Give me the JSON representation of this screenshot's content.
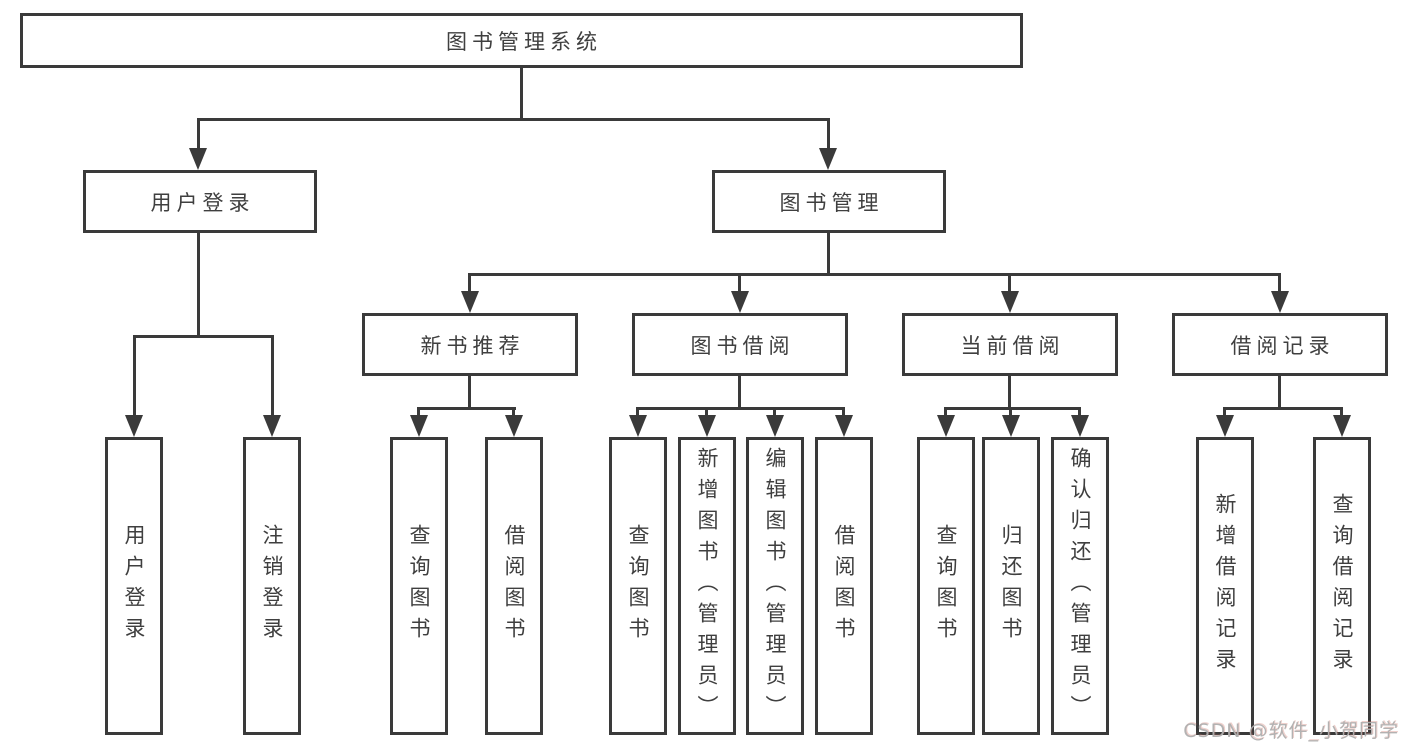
{
  "diagram": {
    "nodes": {
      "root": "图书管理系统",
      "user_login": "用户登录",
      "book_management": "图书管理",
      "new_book_recommend": "新书推荐",
      "book_borrow": "图书借阅",
      "current_borrow": "当前借阅",
      "borrow_record": "借阅记录"
    },
    "leaves": {
      "user_login": [
        "用户登录",
        "注销登录"
      ],
      "new_book_recommend": [
        "查询图书",
        "借阅图书"
      ],
      "book_borrow": [
        "查询图书",
        "新增图书（管理员）",
        "编辑图书（管理员）",
        "借阅图书"
      ],
      "current_borrow": [
        "查询图书",
        "归还图书",
        "确认归还（管理员）"
      ],
      "borrow_record": [
        "新增借阅记录",
        "查询借阅记录"
      ]
    },
    "watermark": "CSDN @软件_小贺同学",
    "colors": {
      "line": "#3a3a3a",
      "text": "#3f3f3f",
      "background": "#ffffff",
      "watermark": "#afafaf"
    }
  }
}
